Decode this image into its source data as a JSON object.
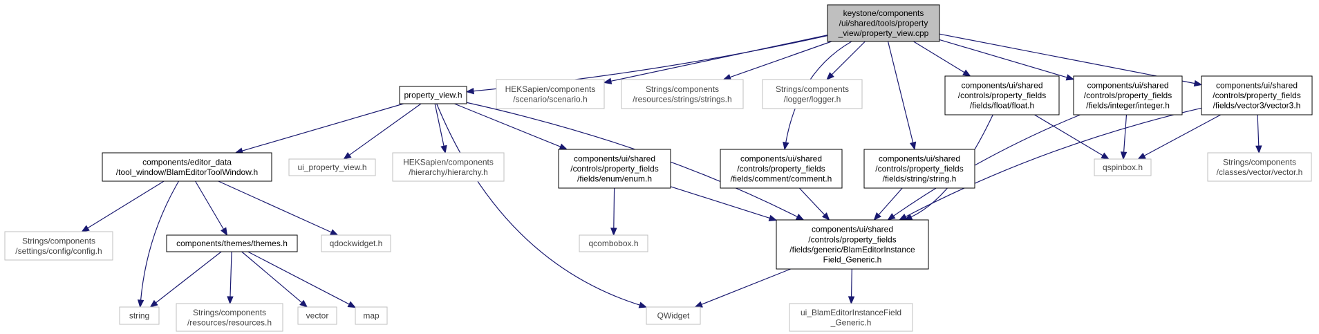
{
  "colors": {
    "edge": "#191970",
    "root_fill": "#bfbfbf",
    "node_border": "#000000",
    "external_border": "#bfbfbf"
  },
  "nodes": [
    {
      "id": "root",
      "kind": "root",
      "lines": [
        "keystone/components",
        "/ui/shared/tools/property",
        "_view/property_view.cpp"
      ]
    },
    {
      "id": "property_view",
      "kind": "local",
      "lines": [
        "property_view.h"
      ]
    },
    {
      "id": "scenario",
      "kind": "external",
      "lines": [
        "HEKSapien/components",
        "/scenario/scenario.h"
      ]
    },
    {
      "id": "strings",
      "kind": "external",
      "lines": [
        "Strings/components",
        "/resources/strings/strings.h"
      ]
    },
    {
      "id": "logger",
      "kind": "external",
      "lines": [
        "Strings/components",
        "/logger/logger.h"
      ]
    },
    {
      "id": "float",
      "kind": "local",
      "lines": [
        "components/ui/shared",
        "/controls/property_fields",
        "/fields/float/float.h"
      ]
    },
    {
      "id": "integer",
      "kind": "local",
      "lines": [
        "components/ui/shared",
        "/controls/property_fields",
        "/fields/integer/integer.h"
      ]
    },
    {
      "id": "vector3",
      "kind": "local",
      "lines": [
        "components/ui/shared",
        "/controls/property_fields",
        "/fields/vector3/vector3.h"
      ]
    },
    {
      "id": "toolwindow",
      "kind": "local",
      "lines": [
        "components/editor_data",
        "/tool_window/BlamEditorToolWindow.h"
      ]
    },
    {
      "id": "ui_property_view",
      "kind": "external",
      "lines": [
        "ui_property_view.h"
      ]
    },
    {
      "id": "hierarchy",
      "kind": "external",
      "lines": [
        "HEKSapien/components",
        "/hierarchy/hierarchy.h"
      ]
    },
    {
      "id": "enum",
      "kind": "local",
      "lines": [
        "components/ui/shared",
        "/controls/property_fields",
        "/fields/enum/enum.h"
      ]
    },
    {
      "id": "comment",
      "kind": "local",
      "lines": [
        "components/ui/shared",
        "/controls/property_fields",
        "/fields/comment/comment.h"
      ]
    },
    {
      "id": "string_h",
      "kind": "local",
      "lines": [
        "components/ui/shared",
        "/controls/property_fields",
        "/fields/string/string.h"
      ]
    },
    {
      "id": "qspinbox",
      "kind": "external",
      "lines": [
        "qspinbox.h"
      ]
    },
    {
      "id": "vector_h",
      "kind": "external",
      "lines": [
        "Strings/components",
        "/classes/vector/vector.h"
      ]
    },
    {
      "id": "config",
      "kind": "external",
      "lines": [
        "Strings/components",
        "/settings/config/config.h"
      ]
    },
    {
      "id": "themes",
      "kind": "local",
      "lines": [
        "components/themes/themes.h"
      ]
    },
    {
      "id": "qdockwidget",
      "kind": "external",
      "lines": [
        "qdockwidget.h"
      ]
    },
    {
      "id": "qcombobox",
      "kind": "external",
      "lines": [
        "qcombobox.h"
      ]
    },
    {
      "id": "generic",
      "kind": "local",
      "lines": [
        "components/ui/shared",
        "/controls/property_fields",
        "/fields/generic/BlamEditorInstance",
        "Field_Generic.h"
      ]
    },
    {
      "id": "string",
      "kind": "external",
      "lines": [
        "string"
      ]
    },
    {
      "id": "resources",
      "kind": "external",
      "lines": [
        "Strings/components",
        "/resources/resources.h"
      ]
    },
    {
      "id": "vector",
      "kind": "external",
      "lines": [
        "vector"
      ]
    },
    {
      "id": "map",
      "kind": "external",
      "lines": [
        "map"
      ]
    },
    {
      "id": "qwidget",
      "kind": "external",
      "lines": [
        "QWidget"
      ]
    },
    {
      "id": "ui_generic",
      "kind": "external",
      "lines": [
        "ui_BlamEditorInstanceField",
        "_Generic.h"
      ]
    }
  ],
  "edges": [
    {
      "from": "root",
      "to": "property_view"
    },
    {
      "from": "root",
      "to": "scenario"
    },
    {
      "from": "root",
      "to": "strings"
    },
    {
      "from": "root",
      "to": "logger"
    },
    {
      "from": "root",
      "to": "comment"
    },
    {
      "from": "root",
      "to": "string_h"
    },
    {
      "from": "root",
      "to": "float"
    },
    {
      "from": "root",
      "to": "integer"
    },
    {
      "from": "root",
      "to": "vector3"
    },
    {
      "from": "property_view",
      "to": "toolwindow"
    },
    {
      "from": "property_view",
      "to": "ui_property_view"
    },
    {
      "from": "property_view",
      "to": "hierarchy"
    },
    {
      "from": "property_view",
      "to": "enum"
    },
    {
      "from": "property_view",
      "to": "generic"
    },
    {
      "from": "property_view",
      "to": "qwidget"
    },
    {
      "from": "toolwindow",
      "to": "config"
    },
    {
      "from": "toolwindow",
      "to": "string"
    },
    {
      "from": "toolwindow",
      "to": "themes"
    },
    {
      "from": "toolwindow",
      "to": "qdockwidget"
    },
    {
      "from": "themes",
      "to": "string"
    },
    {
      "from": "themes",
      "to": "resources"
    },
    {
      "from": "themes",
      "to": "vector"
    },
    {
      "from": "themes",
      "to": "map"
    },
    {
      "from": "enum",
      "to": "qcombobox"
    },
    {
      "from": "enum",
      "to": "generic"
    },
    {
      "from": "comment",
      "to": "generic"
    },
    {
      "from": "string_h",
      "to": "generic"
    },
    {
      "from": "float",
      "to": "generic"
    },
    {
      "from": "float",
      "to": "qspinbox"
    },
    {
      "from": "integer",
      "to": "generic"
    },
    {
      "from": "integer",
      "to": "qspinbox"
    },
    {
      "from": "vector3",
      "to": "generic"
    },
    {
      "from": "vector3",
      "to": "qspinbox"
    },
    {
      "from": "vector3",
      "to": "vector_h"
    },
    {
      "from": "generic",
      "to": "qwidget"
    },
    {
      "from": "generic",
      "to": "ui_generic"
    }
  ]
}
